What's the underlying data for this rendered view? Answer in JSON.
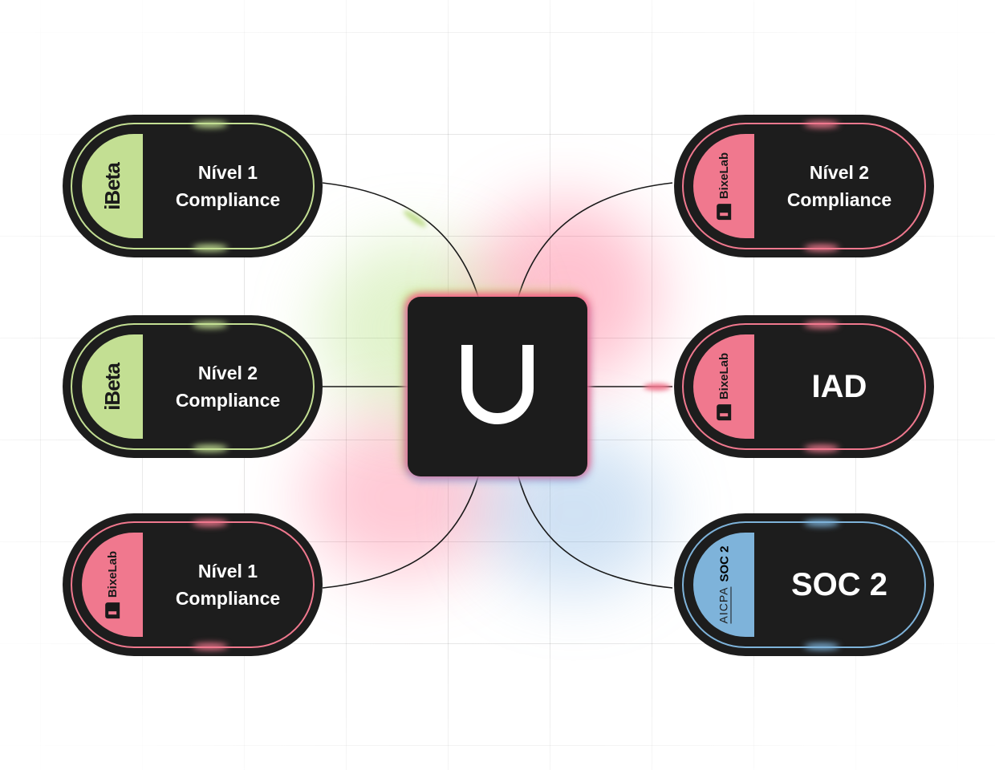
{
  "hub": {
    "letter": "U",
    "letter_color": "#ffffff"
  },
  "colors": {
    "green": "#c3df93",
    "pink": "#f0788e",
    "blue": "#7eb3da",
    "pill_bg": "#1d1d1d"
  },
  "nodes": [
    {
      "badge_icon": "ibeta-logo",
      "badge_text": "iBeta",
      "line1": "Nível 1",
      "line2": "Compliance"
    },
    {
      "badge_icon": "ibeta-logo",
      "badge_text": "iBeta",
      "line1": "Nível 2",
      "line2": "Compliance"
    },
    {
      "badge_icon": "bixelab-logo",
      "badge_text": "BixeLab",
      "line1": "Nível 1",
      "line2": "Compliance"
    },
    {
      "badge_icon": "bixelab-logo",
      "badge_text": "BixeLab",
      "line1": "Nível 2",
      "line2": "Compliance"
    },
    {
      "badge_icon": "bixelab-logo",
      "badge_text": "BixeLab",
      "line1": "IAD"
    },
    {
      "badge_icon": "aicpa-logo",
      "badge_text_top": "AICPA",
      "badge_text_bottom": "SOC 2",
      "line1": "SOC 2"
    }
  ]
}
